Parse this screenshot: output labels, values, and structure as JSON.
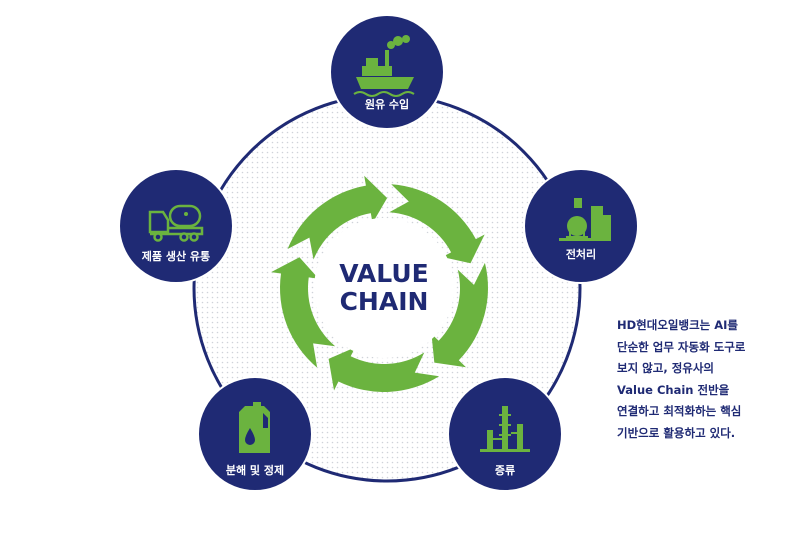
{
  "center": {
    "line1": "VALUE",
    "line2": "CHAIN"
  },
  "nodes": [
    {
      "label": "원유 수입",
      "icon": "oil-tanker-ship-icon"
    },
    {
      "label": "전처리",
      "icon": "refinery-tank-icon"
    },
    {
      "label": "증류",
      "icon": "distillation-tower-icon"
    },
    {
      "label": "분해 및 정제",
      "icon": "lubricant-bottle-icon"
    },
    {
      "label": "제품 생산 유통",
      "icon": "tanker-truck-icon"
    }
  ],
  "side_text": [
    "HD현대오일뱅크는 AI를",
    "단순한 업무 자동화 도구로",
    "보지 않고, 정유사의",
    "Value Chain 전반을",
    "연결하고 최적화하는 핵심",
    "기반으로 활용하고 있다."
  ],
  "colors": {
    "navy": "#1f2a74",
    "green": "#6bb33f",
    "ring": "#1f2a74",
    "dots": "#d4d7dc"
  }
}
